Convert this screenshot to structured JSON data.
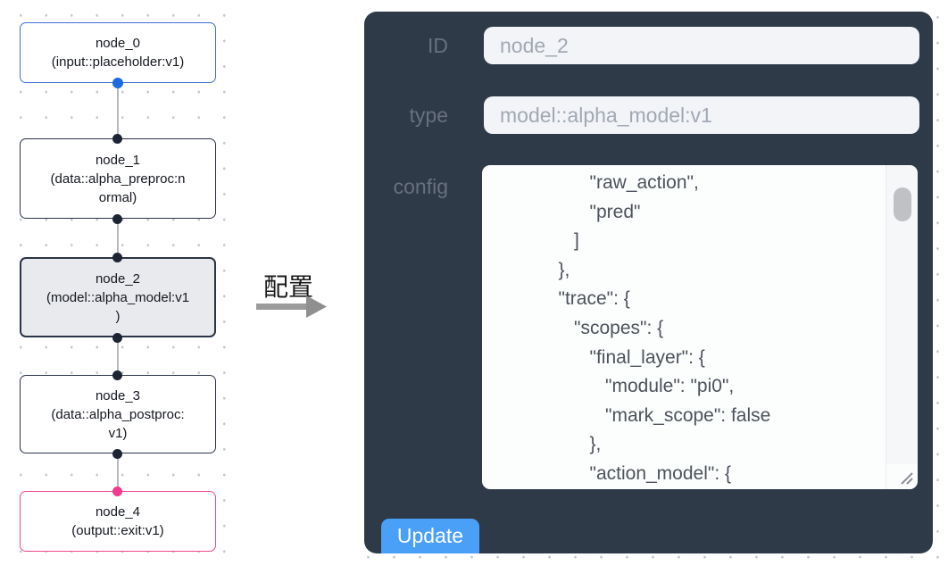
{
  "flow": {
    "nodes": [
      {
        "id": "node_0",
        "lines": [
          "node_0",
          "(input::placeholder:v1)"
        ]
      },
      {
        "id": "node_1",
        "lines": [
          "node_1",
          "(data::alpha_preproc:n",
          "ormal)"
        ]
      },
      {
        "id": "node_2",
        "lines": [
          "node_2",
          "(model::alpha_model:v1",
          ")"
        ]
      },
      {
        "id": "node_3",
        "lines": [
          "node_3",
          "(data::alpha_postproc:",
          "v1)"
        ]
      },
      {
        "id": "node_4",
        "lines": [
          "node_4",
          "(output::exit:v1)"
        ]
      }
    ]
  },
  "transition": {
    "label": "配置"
  },
  "panel": {
    "id_label": "ID",
    "id_value": "node_2",
    "type_label": "type",
    "type_value": "model::alpha_model:v1",
    "config_label": "config",
    "config_lines": [
      "         \"raw_action\",",
      "         \"pred\"",
      "      ]",
      "   },",
      "   \"trace\": {",
      "      \"scopes\": {",
      "         \"final_layer\": {",
      "            \"module\": \"pi0\",",
      "            \"mark_scope\": false",
      "         },",
      "         \"action_model\": {"
    ],
    "update_label": "Update"
  },
  "colors": {
    "panel_bg": "#2f3a49",
    "accent_blue": "#4aa0f7",
    "input_node_border": "#3e6fd3",
    "output_node_border": "#ee4a8b",
    "default_node_border": "#2b3547",
    "selected_node_bg": "#e9eaed",
    "input_port": "#1e6be0",
    "output_port": "#f23a8f"
  }
}
